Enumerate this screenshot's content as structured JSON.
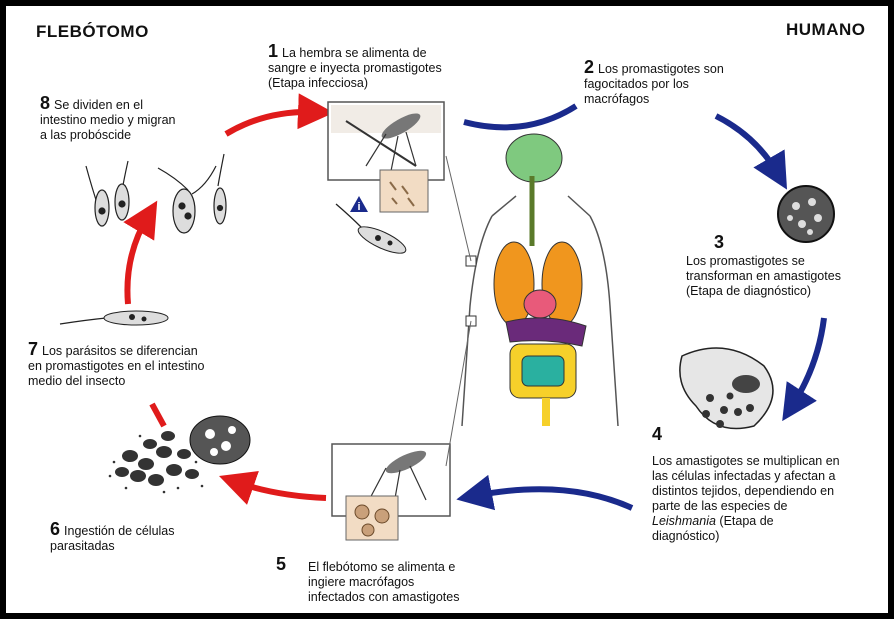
{
  "headers": {
    "left": "FLEBÓTOMO",
    "right": "HUMANO"
  },
  "steps": [
    {
      "num": "1",
      "lines": [
        "La hembra se alimenta de",
        "sangre e inyecta promastigotes",
        "(Etapa infecciosa)"
      ]
    },
    {
      "num": "2",
      "lines": [
        "Los promastigotes son",
        "fagocitados por los",
        "macrófagos"
      ]
    },
    {
      "num": "3",
      "lines": [
        "Los promastigotes se",
        "transforman en amastigotes",
        "(Etapa de diagnóstico)"
      ]
    },
    {
      "num": "4",
      "lines": [
        "Los amastigotes se multiplican en",
        "las células infectadas y afectan a",
        "distintos tejidos, dependiendo en",
        "parte de las especies de",
        "Leishmania",
        " (Etapa de",
        "diagnóstico)"
      ]
    },
    {
      "num": "5",
      "lines": [
        "El flebótomo se alimenta e",
        "ingiere macrófagos",
        "infectados con amastigotes"
      ]
    },
    {
      "num": "6",
      "lines": [
        "Ingestión de células",
        "parasitadas"
      ]
    },
    {
      "num": "7",
      "lines": [
        "Los parásitos se diferencian",
        "en promastigotes en el intestino",
        "medio del insecto"
      ]
    },
    {
      "num": "8",
      "lines": [
        "Se dividen en el",
        "intestino medio y migran",
        "a las probóscide"
      ]
    }
  ],
  "warning_symbol": "i",
  "colors": {
    "flebotomo_arrow": "#e01b1b",
    "humano_arrow": "#1a2a8c",
    "border": "#000000"
  }
}
